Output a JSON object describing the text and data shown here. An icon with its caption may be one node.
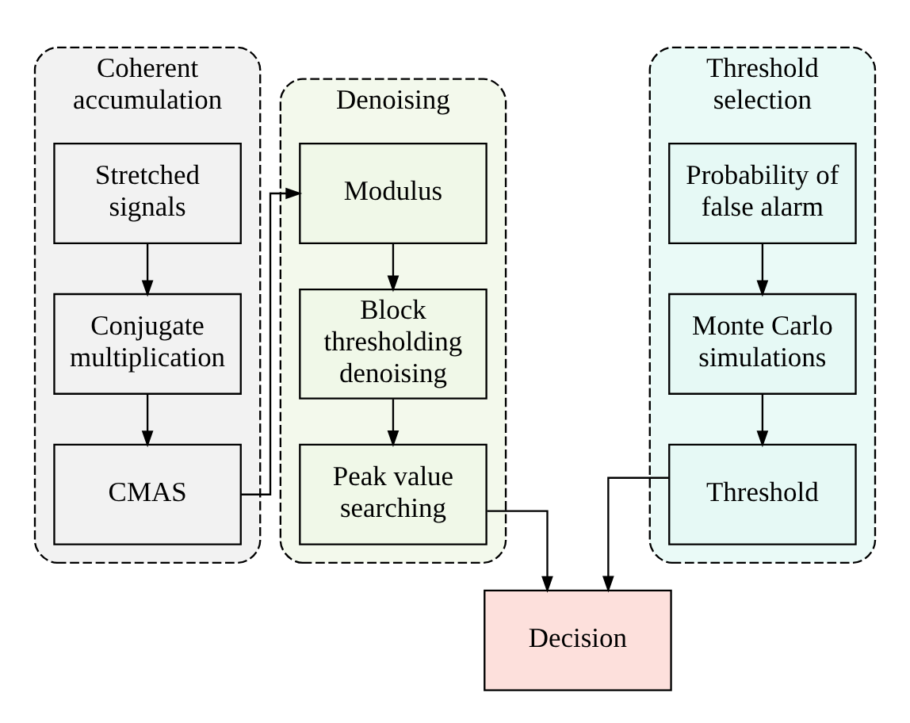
{
  "diagram": {
    "nodes": [
      {
        "text": [
          "Coherent accumulation"
        ]
      },
      {
        "text": [
          "Stretched signals"
        ],
        "in": 0
      },
      {
        "text": [
          "Conjugate multiplication"
        ],
        "in": 0
      },
      {
        "text": [
          "CMAS"
        ],
        "in": 0
      },
      {
        "text": [
          "Denoising"
        ]
      },
      {
        "text": [
          "Modulus"
        ],
        "in": 4
      },
      {
        "text": [
          "Block thresholding denoising"
        ],
        "in": 4
      },
      {
        "text": [
          "Peak value searching"
        ],
        "in": 4
      },
      {
        "text": [
          "Threshold selection"
        ]
      },
      {
        "text": [
          "Probability of false alarm"
        ],
        "in": 8
      },
      {
        "text": [
          "Monte Carlo simulations"
        ],
        "in": 8
      },
      {
        "text": [
          "Threshold"
        ],
        "in": 8
      },
      {
        "text": [
          "Decision"
        ]
      }
    ],
    "edges": [
      {
        "from": 1,
        "to": 2,
        "arrow": "to"
      },
      {
        "from": 2,
        "to": 3,
        "arrow": "to"
      },
      {
        "from": 3,
        "to": 5,
        "arrow": "to"
      },
      {
        "from": 5,
        "to": 6,
        "arrow": "to"
      },
      {
        "from": 6,
        "to": 7,
        "arrow": "to"
      },
      {
        "from": 9,
        "to": 10,
        "arrow": "to"
      },
      {
        "from": 10,
        "to": 11,
        "arrow": "to"
      },
      {
        "from": 7,
        "to": 12,
        "arrow": "to"
      },
      {
        "from": 11,
        "to": 12,
        "arrow": "to"
      }
    ]
  }
}
